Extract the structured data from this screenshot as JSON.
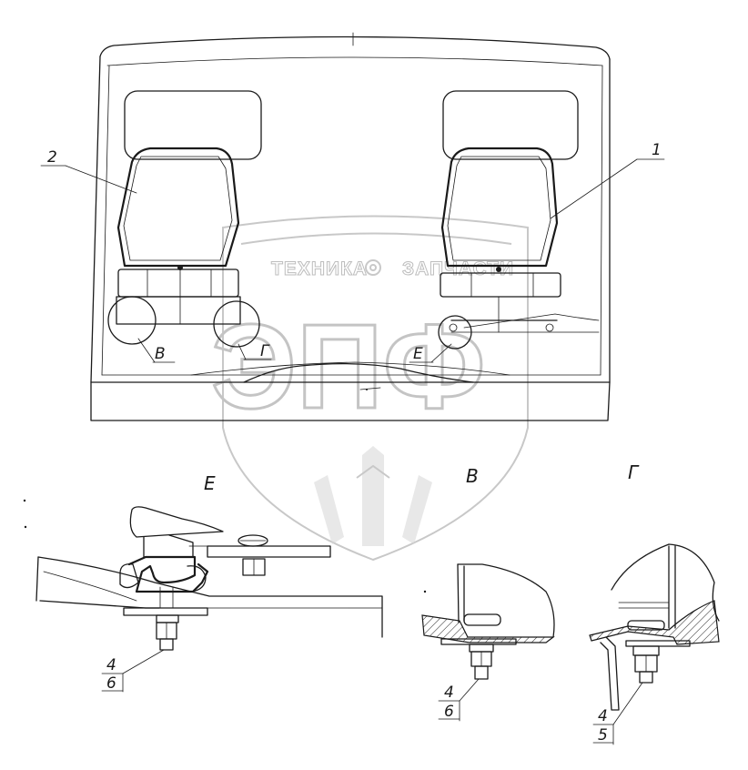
{
  "watermark": {
    "line1_left": "ТЕХНИКА",
    "line1_right": "ЗАПЧАСТИ",
    "logo_letters": "ЭПФ"
  },
  "callouts": {
    "seat_right": "1",
    "seat_left": "2",
    "circle_v": "В",
    "circle_g": "Г",
    "circle_e": "Е"
  },
  "views": {
    "e": {
      "title": "Е",
      "part_top": "4",
      "part_bottom": "6"
    },
    "v": {
      "title": "В",
      "part_top": "4",
      "part_bottom": "6"
    },
    "g": {
      "title": "Г",
      "part_top": "4",
      "part_bottom": "5"
    }
  }
}
